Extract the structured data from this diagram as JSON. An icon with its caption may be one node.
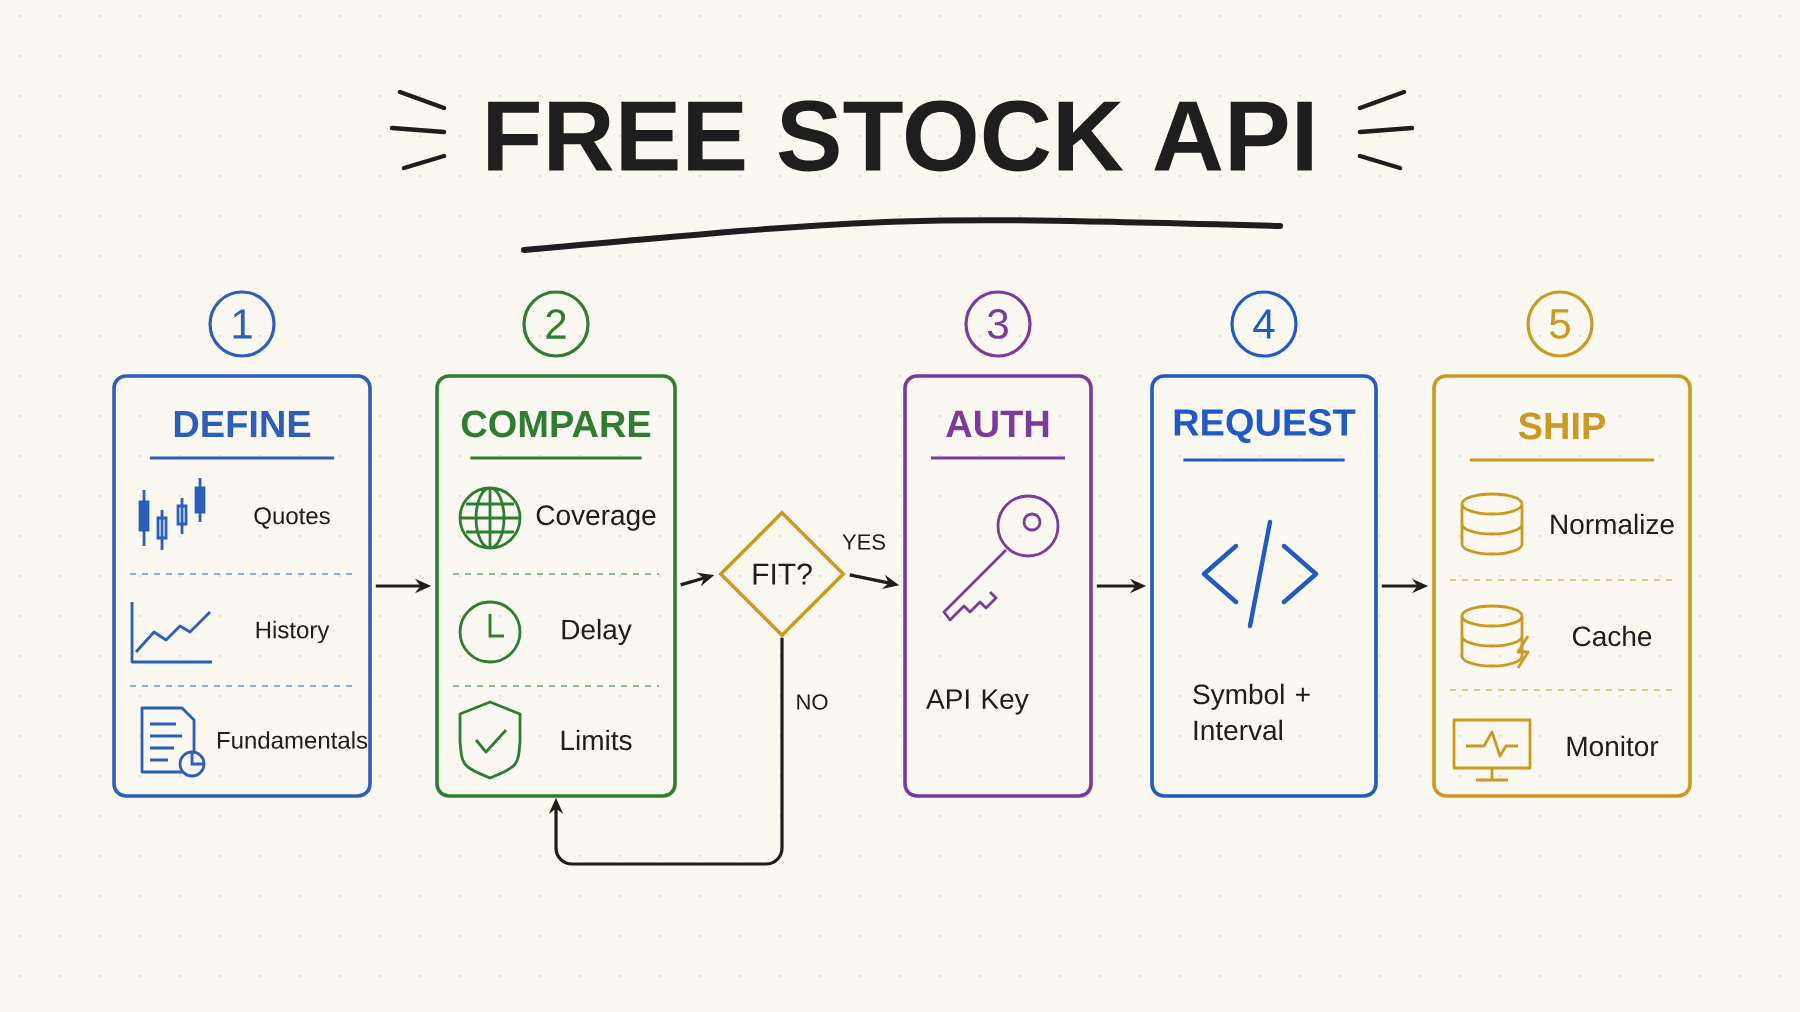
{
  "diagram": {
    "title": "FREE STOCK API",
    "nodes": [
      {
        "text": [
          "1"
        ]
      },
      {
        "text": [
          "DEFINE",
          "Quotes",
          "History",
          "Fundamentals"
        ]
      },
      {
        "text": [
          "2"
        ]
      },
      {
        "text": [
          "COMPARE",
          "Coverage",
          "Delay",
          "Limits"
        ]
      },
      {
        "text": [
          "FIT?"
        ]
      },
      {
        "text": [
          "3"
        ]
      },
      {
        "text": [
          "AUTH",
          "API Key"
        ]
      },
      {
        "text": [
          "4"
        ]
      },
      {
        "text": [
          "REQUEST",
          "Symbol + Interval"
        ]
      },
      {
        "text": [
          "5"
        ]
      },
      {
        "text": [
          "SHIP",
          "Normalize",
          "Cache",
          "Monitor"
        ]
      }
    ],
    "edges": [
      {
        "from": 1,
        "to": 3,
        "arrow": "to"
      },
      {
        "from": 3,
        "to": 4,
        "arrow": "to"
      },
      {
        "from": 4,
        "to": 6,
        "arrow": "to",
        "label": "YES"
      },
      {
        "from": 4,
        "to": 3,
        "arrow": "to",
        "label": "NO"
      },
      {
        "from": 6,
        "to": 8,
        "arrow": "to"
      },
      {
        "from": 8,
        "to": 10,
        "arrow": "to"
      }
    ]
  }
}
